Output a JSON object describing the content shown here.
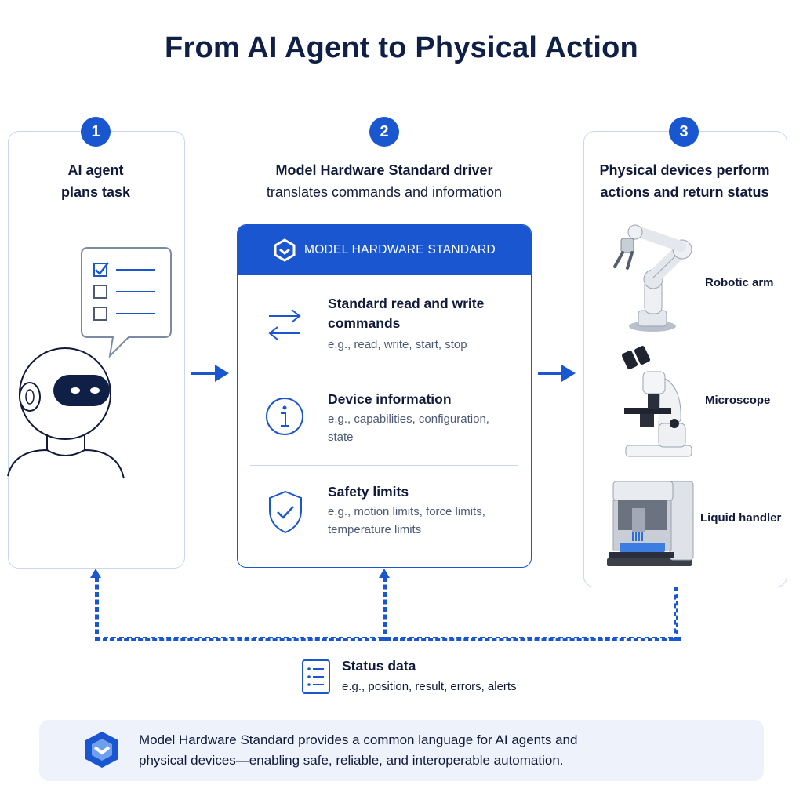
{
  "title": "From AI Agent to Physical Action",
  "steps": [
    {
      "number": "1",
      "line1": "AI agent",
      "line2": "plans task"
    },
    {
      "number": "2",
      "line1": "Model Hardware Standard driver",
      "line2": "translates commands and information"
    },
    {
      "number": "3",
      "line1": "Physical devices perform",
      "line2": "actions and return status"
    }
  ],
  "card": {
    "header": "MODEL HARDWARE STANDARD",
    "rows": [
      {
        "title_line1": "Standard read and write",
        "title_line2": "commands",
        "sub_line1": "e.g., read, write, start, stop",
        "sub_line2": "",
        "icon": "arrows-exchange-icon"
      },
      {
        "title_line1": "Device information",
        "title_line2": "",
        "sub_line1": "e.g., capabilities, configuration,",
        "sub_line2": "state",
        "icon": "info-icon"
      },
      {
        "title_line1": "Safety limits",
        "title_line2": "",
        "sub_line1": "e.g., motion limits, force limits,",
        "sub_line2": "temperature limits",
        "icon": "shield-check-icon"
      }
    ]
  },
  "devices": [
    {
      "label": "Robotic arm",
      "icon": "robotic-arm-icon"
    },
    {
      "label": "Microscope",
      "icon": "microscope-icon"
    },
    {
      "label": "Liquid handler",
      "icon": "liquid-handler-icon"
    }
  ],
  "status": {
    "title": "Status data",
    "sub": "e.g., position, result, errors, alerts",
    "icon": "document-list-icon"
  },
  "note": {
    "line1": "Model Hardware Standard provides a common language for AI agents and",
    "line2": "physical devices—enabling safe, reliable, and interoperable automation."
  },
  "colors": {
    "accent": "#1a56d0",
    "border": "#c9d8ef",
    "dark": "#0f1f45",
    "note_bg": "#eef3fb"
  }
}
